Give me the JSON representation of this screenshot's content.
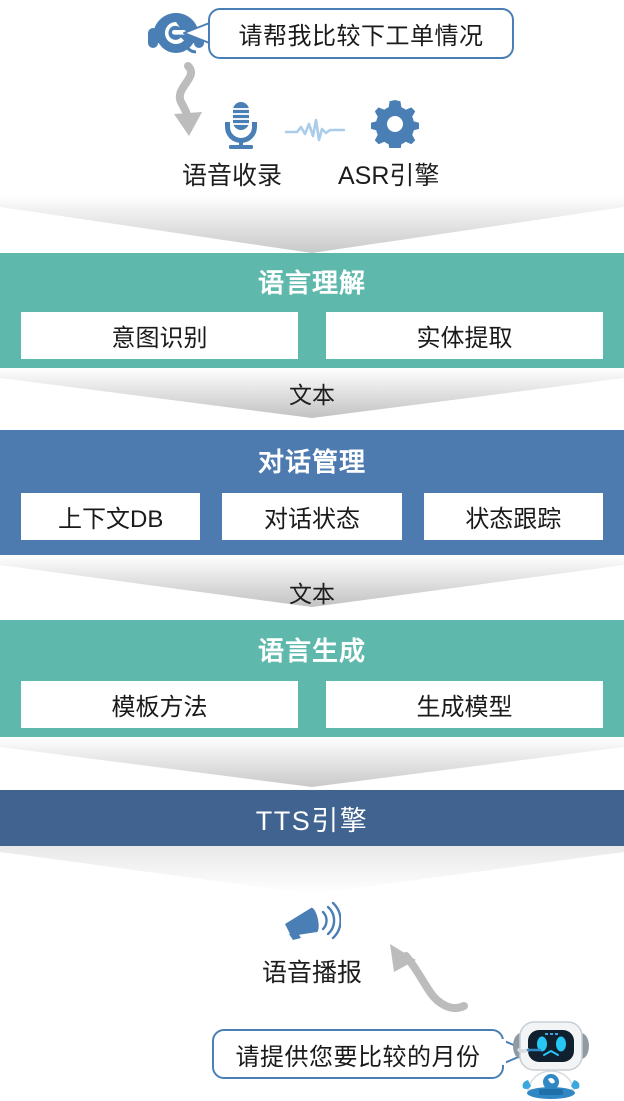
{
  "conversation": {
    "user_request": "请帮我比较下工单情况",
    "bot_reply": "请提供您要比较的月份"
  },
  "input_stage": {
    "voice_capture_label": "语音收录",
    "asr_label": "ASR引擎",
    "icons": {
      "headset": "headset-icon",
      "microphone": "microphone-icon",
      "waveform": "waveform-icon",
      "gear": "gear-icon",
      "curved_arrow": "curved-arrow-icon"
    }
  },
  "pipeline": [
    {
      "title": "语言理解",
      "color": "#5FB8AC",
      "cells": [
        "意图识别",
        "实体提取"
      ]
    },
    {
      "title": "对话管理",
      "color": "#4D7BB0",
      "cells": [
        "上下文DB",
        "对话状态",
        "状态跟踪"
      ]
    },
    {
      "title": "语言生成",
      "color": "#5FB8AC",
      "cells": [
        "模板方法",
        "生成模型"
      ]
    },
    {
      "title": "TTS引擎",
      "color": "#40638F",
      "cells": []
    }
  ],
  "connectors": [
    {
      "label": ""
    },
    {
      "label": "文本"
    },
    {
      "label": "文本"
    },
    {
      "label": ""
    },
    {
      "label": ""
    }
  ],
  "output_stage": {
    "broadcast_label": "语音播报",
    "icons": {
      "speaker": "megaphone-icon",
      "robot": "robot-avatar-icon",
      "curved_arrow": "curved-arrow-icon"
    }
  },
  "colors": {
    "green": "#5FB8AC",
    "blue": "#4D7BB0",
    "dark_blue": "#40638F",
    "bubble_border": "#4a7fb5",
    "icon_blue": "#4a7fb5",
    "arrow_gray": "#bcbcbc",
    "chevron_gray": "#d8d8d8"
  }
}
